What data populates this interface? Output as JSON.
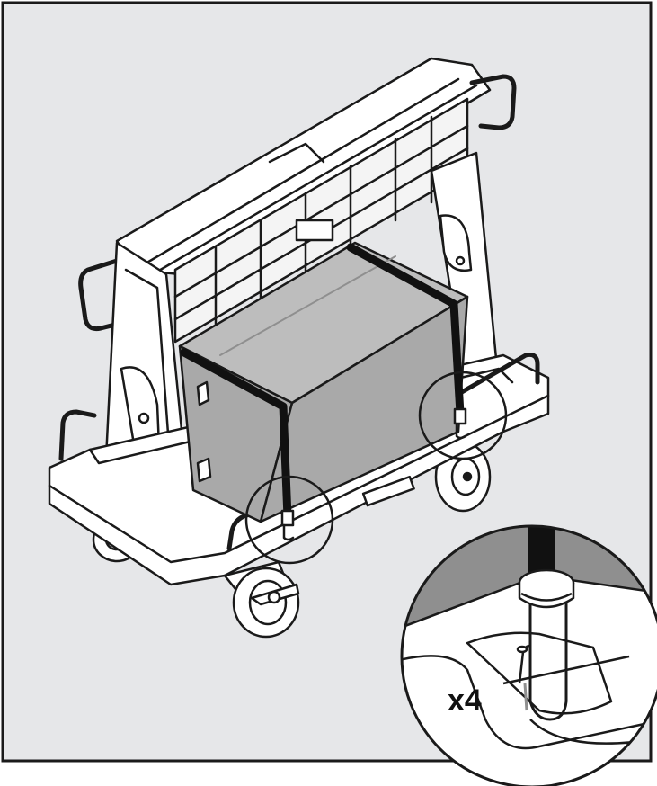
{
  "figure": {
    "callout": {
      "quantity_label": "x4"
    },
    "colors": {
      "frame_background": "#e6e7e9",
      "cart_body": "#ffffff",
      "box_front": "#a9a9a9",
      "box_top": "#bdbdbd",
      "box_side": "#8f8f8f",
      "strap": "#111111",
      "outline": "#1a1a1a"
    },
    "icons": [
      "cart-illustration",
      "box-illustration",
      "strap",
      "tie-down-hook",
      "wheel",
      "zoom-circle"
    ]
  }
}
